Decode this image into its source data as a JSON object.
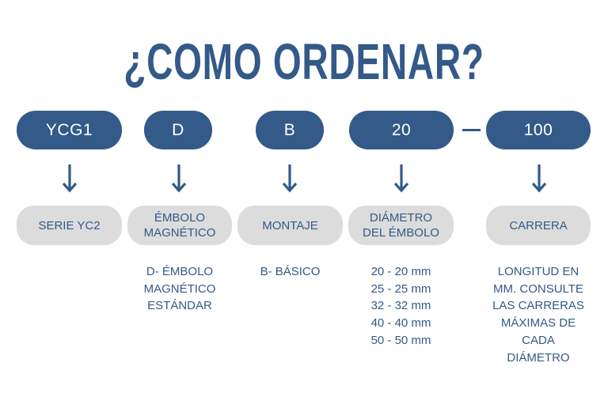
{
  "title": "¿COMO ORDENAR?",
  "colors": {
    "primary": "#335a88",
    "label_bg": "#dcdcdc",
    "background": "#ffffff"
  },
  "separator": "—",
  "codes": [
    {
      "code": "YCG1",
      "label": "SERIE YC2",
      "description": []
    },
    {
      "code": "D",
      "label": [
        "ÉMBOLO",
        "MAGNÉTICO"
      ],
      "description": [
        "D- ÉMBOLO",
        "MAGNÉTICO",
        "ESTÁNDAR"
      ]
    },
    {
      "code": "B",
      "label": "MONTAJE",
      "description": [
        "B- BÁSICO"
      ]
    },
    {
      "code": "20",
      "label": [
        "DIÁMETRO",
        "DEL ÉMBOLO"
      ],
      "description": [
        "20 - 20 mm",
        "25 - 25 mm",
        "32 - 32 mm",
        "40 - 40 mm",
        "50 - 50 mm"
      ]
    },
    {
      "code": "100",
      "label": "CARRERA",
      "description": [
        "LONGITUD EN",
        "MM. CONSULTE",
        "LAS CARRERAS",
        "MÁXIMAS DE",
        "CADA",
        "DIÁMETRO"
      ]
    }
  ],
  "icons": {
    "arrow": "arrow-down-icon"
  }
}
